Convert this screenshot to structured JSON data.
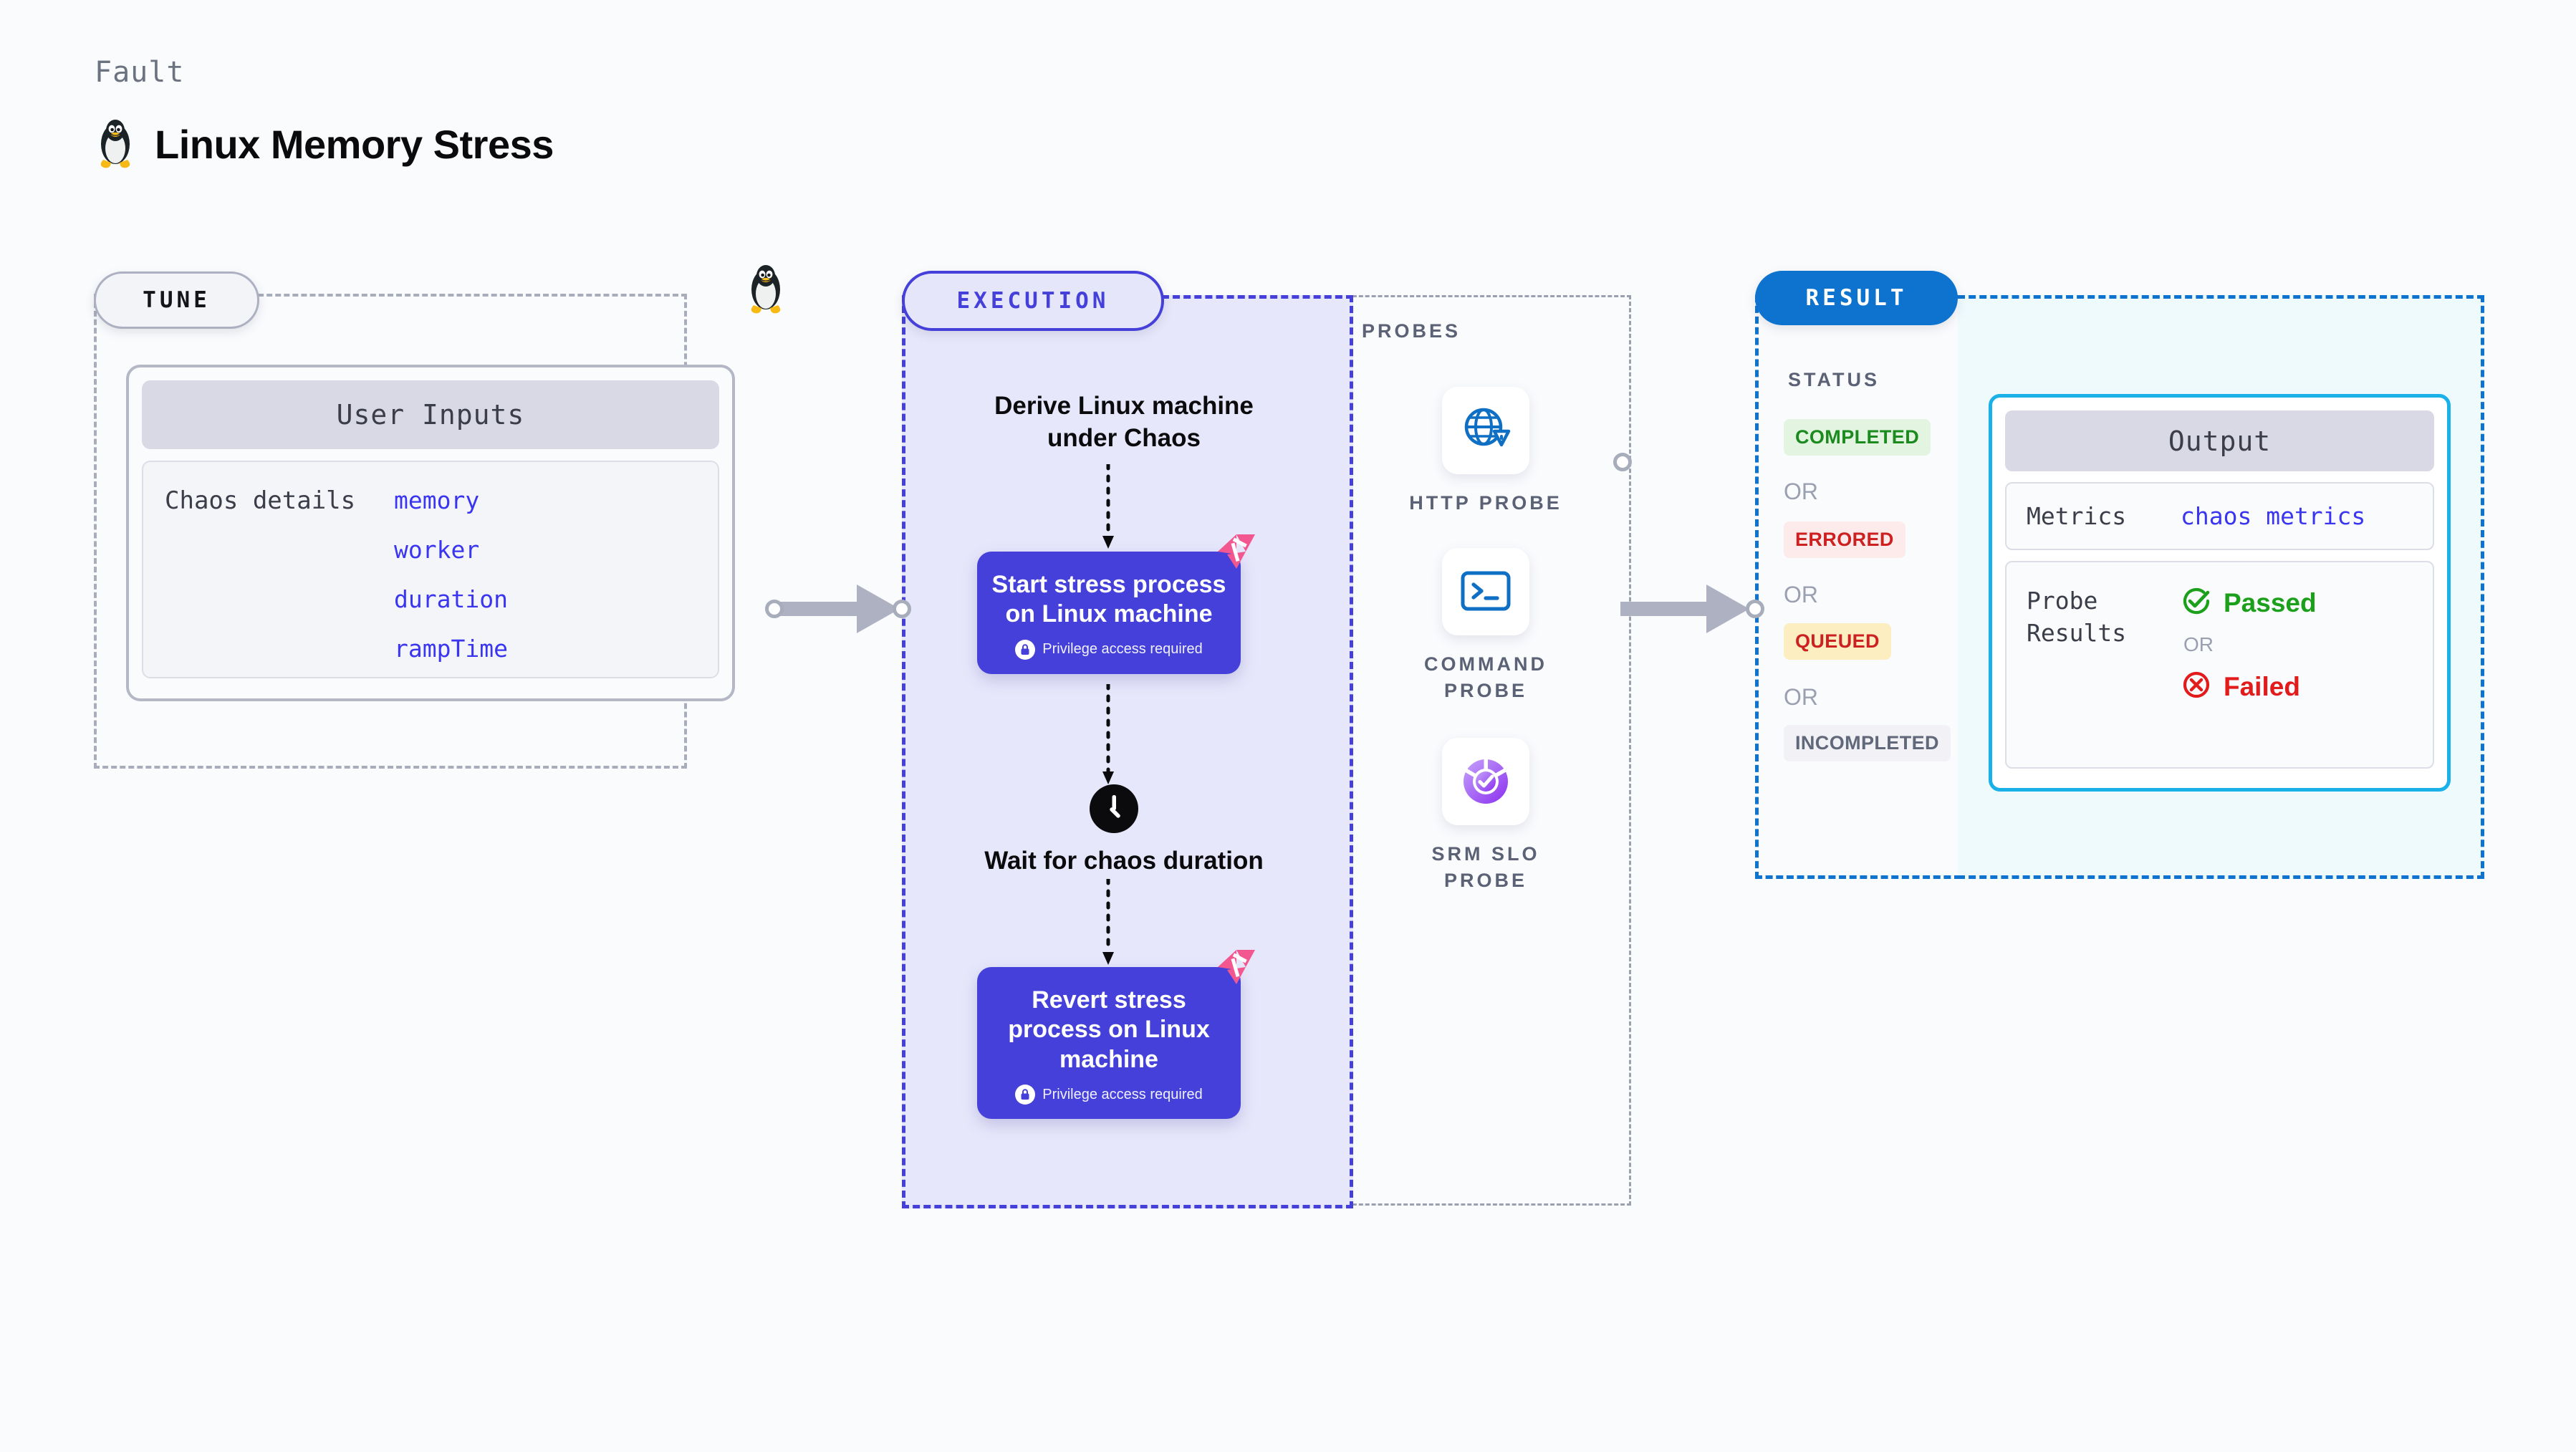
{
  "header": {
    "kicker": "Fault",
    "title": "Linux Memory Stress",
    "icon": "linux-tux-icon"
  },
  "tune": {
    "pill_label": "TUNE",
    "icon": "linux-tux-icon",
    "user_inputs": {
      "header": "User Inputs",
      "row_label": "Chaos details",
      "values": [
        "memory",
        "worker",
        "duration",
        "rampTime"
      ]
    }
  },
  "execution": {
    "pill_label": "EXECUTION",
    "derive_label": "Derive Linux machine under Chaos",
    "nodes": [
      {
        "title": "Start stress process on Linux machine",
        "sub": "Privilege access required",
        "badge_icon": "harness-logo-icon",
        "lock_icon": "lock-icon"
      },
      {
        "title": "Revert stress process on Linux machine",
        "sub": "Privilege access required",
        "badge_icon": "harness-logo-icon",
        "lock_icon": "lock-icon"
      }
    ],
    "wait": {
      "icon": "clock-icon",
      "label": "Wait for chaos duration"
    }
  },
  "probes": {
    "title": "PROBES",
    "items": [
      {
        "label": "HTTP  PROBE",
        "icon": "globe-warning-icon"
      },
      {
        "label": "COMMAND PROBE",
        "icon": "terminal-icon"
      },
      {
        "label": "SRM  SLO PROBE",
        "icon": "srm-slo-donut-icon"
      }
    ]
  },
  "result": {
    "pill_label": "RESULT",
    "status_title": "STATUS",
    "or_label": "OR",
    "statuses": [
      {
        "label": "COMPLETED",
        "fg": "#1b8a1f",
        "bg": "#e3f5e1"
      },
      {
        "label": "ERRORED",
        "fg": "#cd2020",
        "bg": "#fdeaea"
      },
      {
        "label": "QUEUED",
        "fg": "#cd2020",
        "bg": "#fdeec2"
      },
      {
        "label": "INCOMPLETED",
        "fg": "#616879",
        "bg": "#f1f1f6"
      }
    ],
    "output": {
      "header": "Output",
      "metrics_label": "Metrics",
      "metrics_value": "chaos metrics",
      "probe_results_label": "Probe Results",
      "passed_label": "Passed",
      "passed_icon": "check-circle-icon",
      "failed_label": "Failed",
      "failed_icon": "x-circle-icon",
      "or_label": "OR"
    }
  },
  "colors": {
    "page_bg": "#fafbfd",
    "indigo": "#4440d9",
    "execution_fill": "#e7e7fb",
    "result_blue": "#0d73ce",
    "output_fill": "#effafd",
    "output_border": "#1ab0e8",
    "harness_pink": "#f2578f",
    "mono_value": "#3a35f0",
    "connector_gray": "#a8adbb"
  }
}
